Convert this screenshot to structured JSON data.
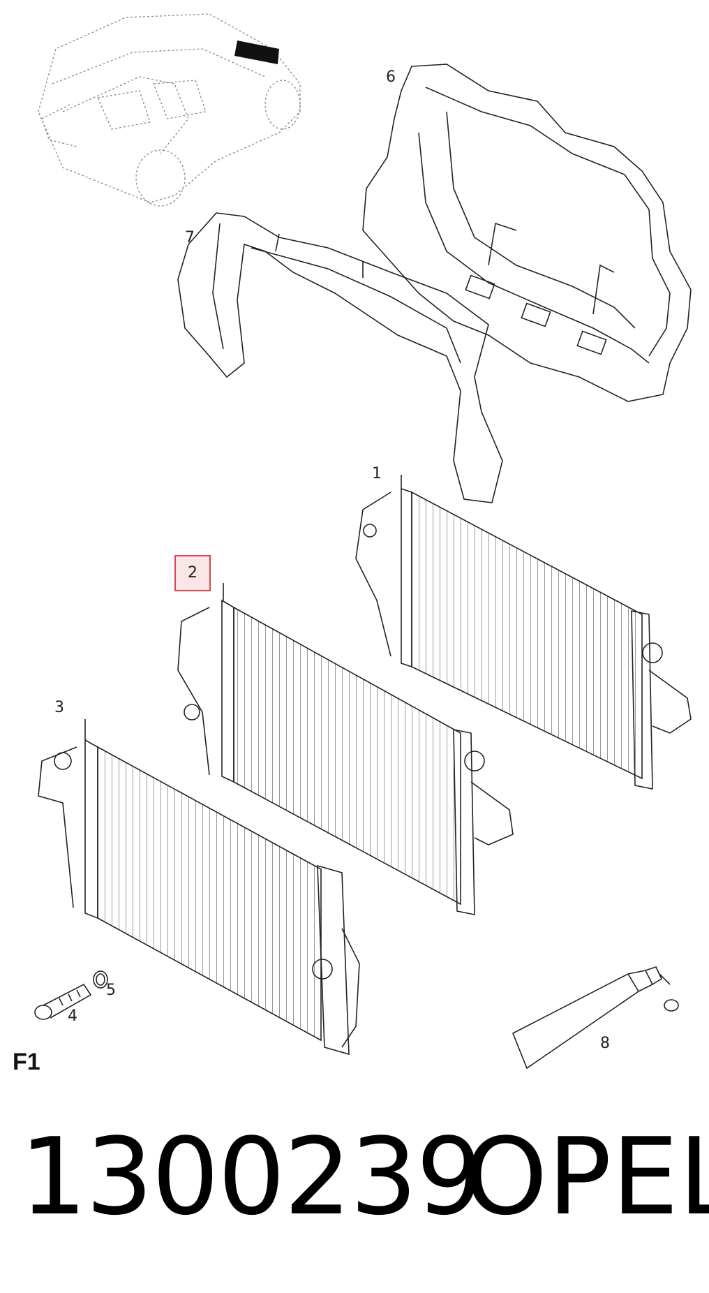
{
  "diagram": {
    "section_code": "F1",
    "callouts": [
      {
        "id": "1",
        "label": "1"
      },
      {
        "id": "2",
        "label": "2",
        "highlighted": true
      },
      {
        "id": "3",
        "label": "3"
      },
      {
        "id": "4",
        "label": "4"
      },
      {
        "id": "5",
        "label": "5"
      },
      {
        "id": "6",
        "label": "6"
      },
      {
        "id": "7",
        "label": "7"
      },
      {
        "id": "8",
        "label": "8"
      }
    ],
    "highlight_color": "#d9484f"
  },
  "footer": {
    "part_number": "1300239",
    "brand": "OPEL"
  }
}
